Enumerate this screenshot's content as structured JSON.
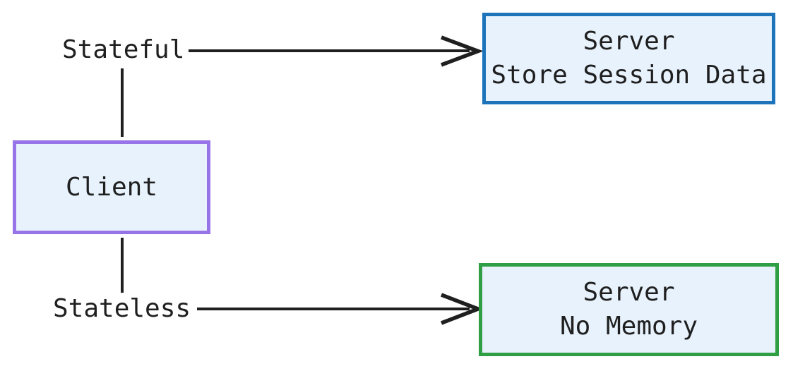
{
  "diagram": {
    "background": "#ffffff",
    "nodes": {
      "client": {
        "label": "Client",
        "fill": "#e7f2fc",
        "border": "#9775e8"
      },
      "server_stateful": {
        "line1": "Server",
        "line2": "Store Session Data",
        "fill": "#e7f2fc",
        "border": "#1d74bb"
      },
      "server_stateless": {
        "line1": "Server",
        "line2": "No Memory",
        "fill": "#e7f2fc",
        "border": "#2f9e44"
      }
    },
    "edges": {
      "stateful": {
        "label": "Stateful"
      },
      "stateless": {
        "label": "Stateless"
      }
    },
    "colors": {
      "line": "#1f1f1f",
      "text": "#1f1f1f"
    }
  }
}
